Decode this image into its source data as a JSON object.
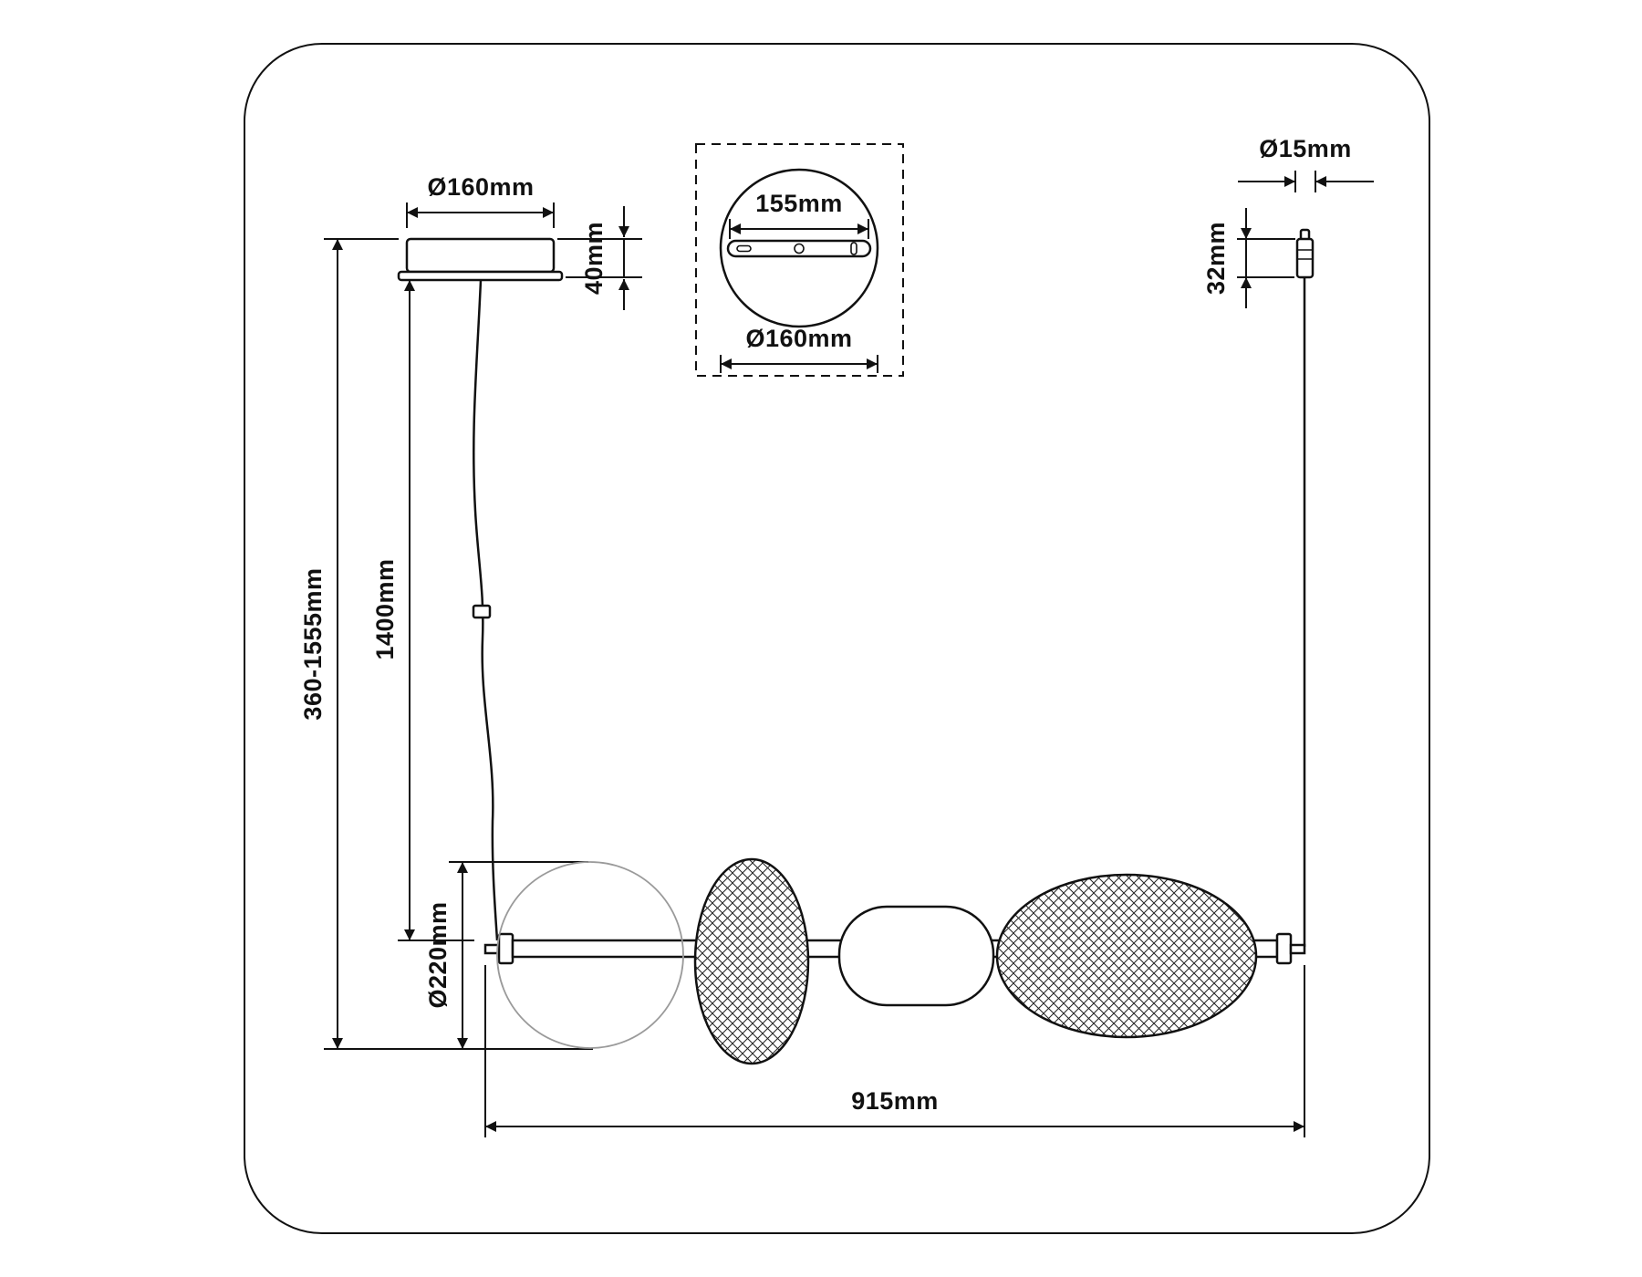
{
  "drawing": {
    "colors": {
      "line": "#111111",
      "light_line": "#9a9a9a",
      "background": "#ffffff"
    },
    "labels": {
      "canopy_diameter": "Ø160mm",
      "canopy_height": "40mm",
      "overall_height": "360-1555mm",
      "rod_drop": "1400mm",
      "sphere_diameter": "Ø220mm",
      "plate_inner_width": "155mm",
      "plate_diameter": "Ø160mm",
      "stem_diameter": "Ø15mm",
      "gripper_length": "32mm",
      "bar_length": "915mm"
    }
  }
}
